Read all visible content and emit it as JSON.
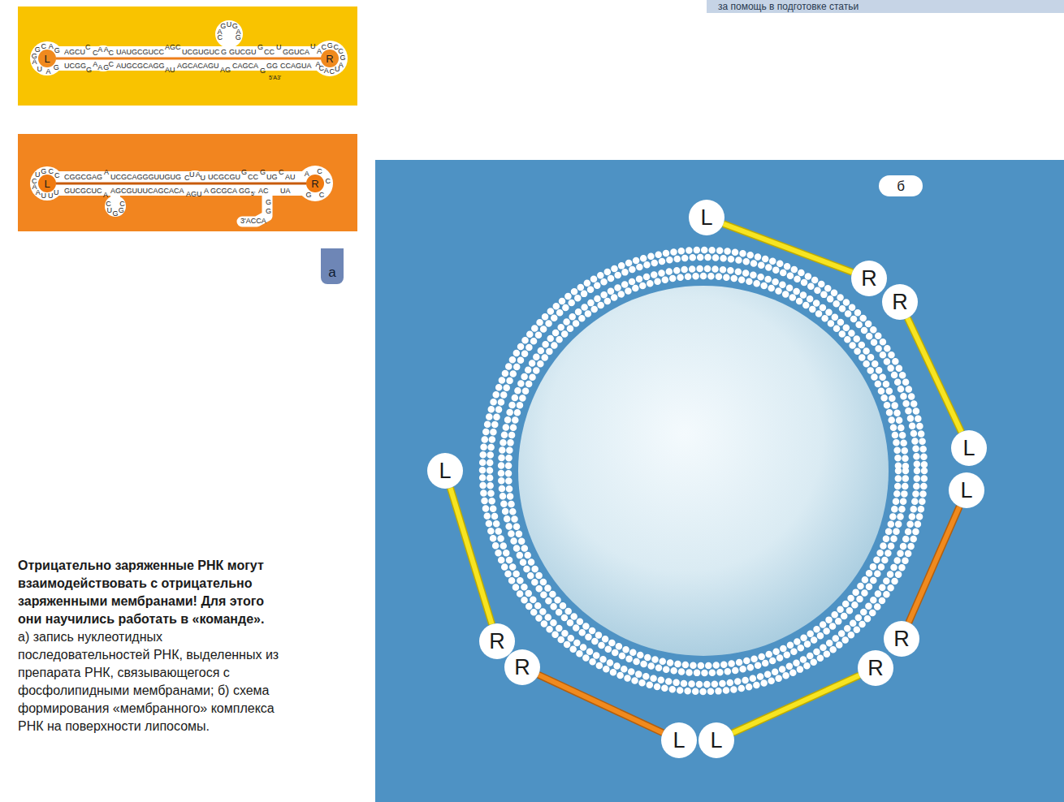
{
  "diagram": {
    "title": "Отрицательно заряженные РНК могут взаимодействовать с отрицательно заряженными мембранами! Для этого они научились работать в «команде».",
    "caption": "а) запись нуклеотидных последовательностей РНК, выделенных из препарата РНК, связывающегося с фосфолипидными мембранами; б) схема формирования «мембранного» комплекса РНК на поверхности липосомы.",
    "nodes": [
      {
        "text": [
          "L"
        ]
      },
      {
        "text": [
          "R"
        ]
      },
      {
        "text": [
          "L"
        ]
      },
      {
        "text": [
          "R"
        ]
      },
      {
        "text": [
          "L"
        ]
      },
      {
        "text": [
          "R"
        ]
      },
      {
        "text": [
          "R"
        ]
      },
      {
        "text": [
          "L"
        ]
      },
      {
        "text": [
          "L"
        ]
      },
      {
        "text": [
          "R"
        ]
      },
      {
        "text": [
          "R"
        ]
      },
      {
        "text": [
          "L"
        ]
      },
      {
        "text": [
          "L"
        ]
      },
      {
        "text": [
          "R"
        ]
      },
      {
        "text": [
          "R"
        ]
      },
      {
        "text": [
          "L"
        ]
      }
    ],
    "edges": [
      {
        "from": 0,
        "to": 1,
        "arrow": "none"
      },
      {
        "from": 2,
        "to": 3,
        "arrow": "none"
      },
      {
        "from": 4,
        "to": 5,
        "arrow": "none"
      },
      {
        "from": 6,
        "to": 7,
        "arrow": "none"
      },
      {
        "from": 8,
        "to": 9,
        "arrow": "none"
      },
      {
        "from": 10,
        "to": 11,
        "arrow": "none"
      },
      {
        "from": 12,
        "to": 13,
        "arrow": "none"
      },
      {
        "from": 14,
        "to": 15,
        "arrow": "none"
      }
    ],
    "labels": [
      "за помощь в подготовке статьи",
      "GGCAG",
      "AUAG",
      "AGCU",
      "C",
      "CAAC",
      "UAUGCGUCC",
      "AGC",
      "UCGUGUC",
      "CAGUGAG",
      "G",
      "GUCGU",
      "G",
      "CC",
      "U",
      "GGUCA",
      "U",
      "ACGCCG",
      "ACACUA",
      "UCGG",
      "G",
      "AAGC",
      "AUGCGCAGG",
      "AU",
      "AGCACAGU",
      "AG",
      "CAGCA",
      "G",
      "GG",
      "5'A3'",
      "CCAGUA",
      "CUGCC",
      "AAUUU",
      "CGGCGAG",
      "A",
      "UCGCAGGGUUGUG",
      "CUAU",
      "UCGCGU",
      "G",
      "CC",
      "G",
      "UG",
      "C",
      "AU",
      "ACC",
      "GC",
      "GUCGCUC",
      "A",
      "AGCGUUUCAGCACA",
      "CUGGC",
      "AGU",
      "A",
      "GCGCA",
      "GG",
      "5'",
      "AC",
      "UA",
      "G",
      "G",
      "3'ACCA",
      "а",
      "б"
    ]
  }
}
